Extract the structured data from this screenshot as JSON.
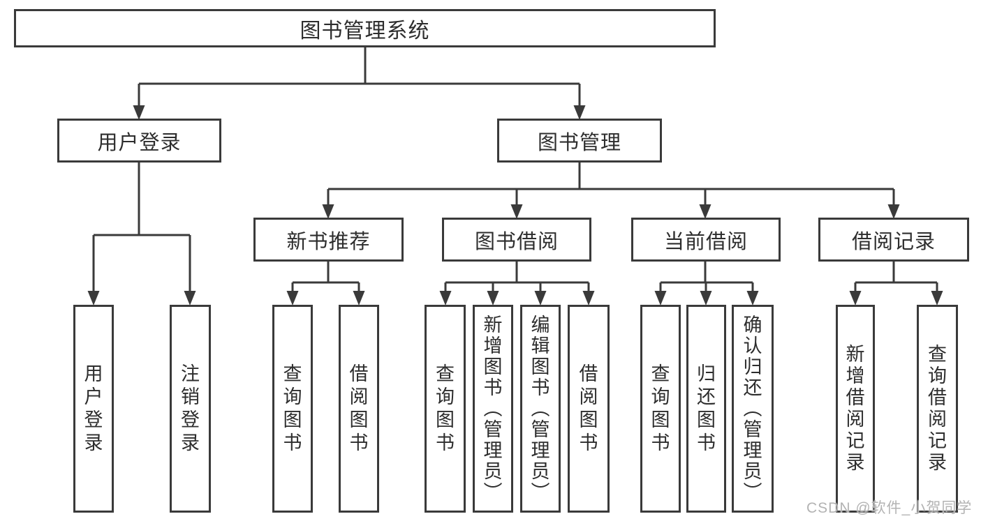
{
  "diagram": {
    "root": {
      "label": "图书管理系统"
    },
    "level2": {
      "user_login": {
        "label": "用户登录"
      },
      "book_mgmt": {
        "label": "图书管理"
      }
    },
    "level3": {
      "new_book_rec": {
        "label": "新书推荐"
      },
      "book_borrow": {
        "label": "图书借阅"
      },
      "current_borrow": {
        "label": "当前借阅"
      },
      "borrow_records": {
        "label": "借阅记录"
      }
    },
    "leaves": {
      "ul_1": {
        "label": "用户登录"
      },
      "ul_2": {
        "label": "注销登录"
      },
      "nbr_1": {
        "label": "查询图书"
      },
      "nbr_2": {
        "label": "借阅图书"
      },
      "bb_1": {
        "label": "查询图书"
      },
      "bb_2": {
        "label": "新增图书（管理员）"
      },
      "bb_3": {
        "label": "编辑图书（管理员）"
      },
      "bb_4": {
        "label": "借阅图书"
      },
      "cb_1": {
        "label": "查询图书"
      },
      "cb_2": {
        "label": "归还图书"
      },
      "cb_3": {
        "label": "确认归还（管理员）"
      },
      "br_1": {
        "label": "新增借阅记录"
      },
      "br_2": {
        "label": "查询借阅记录"
      }
    }
  },
  "watermark": {
    "text": "CSDN @软件_小贺同学"
  },
  "colors": {
    "line": "#3a3a3a",
    "text": "#2d2d2d",
    "watermark": "#b3b3b3",
    "background": "#ffffff"
  }
}
